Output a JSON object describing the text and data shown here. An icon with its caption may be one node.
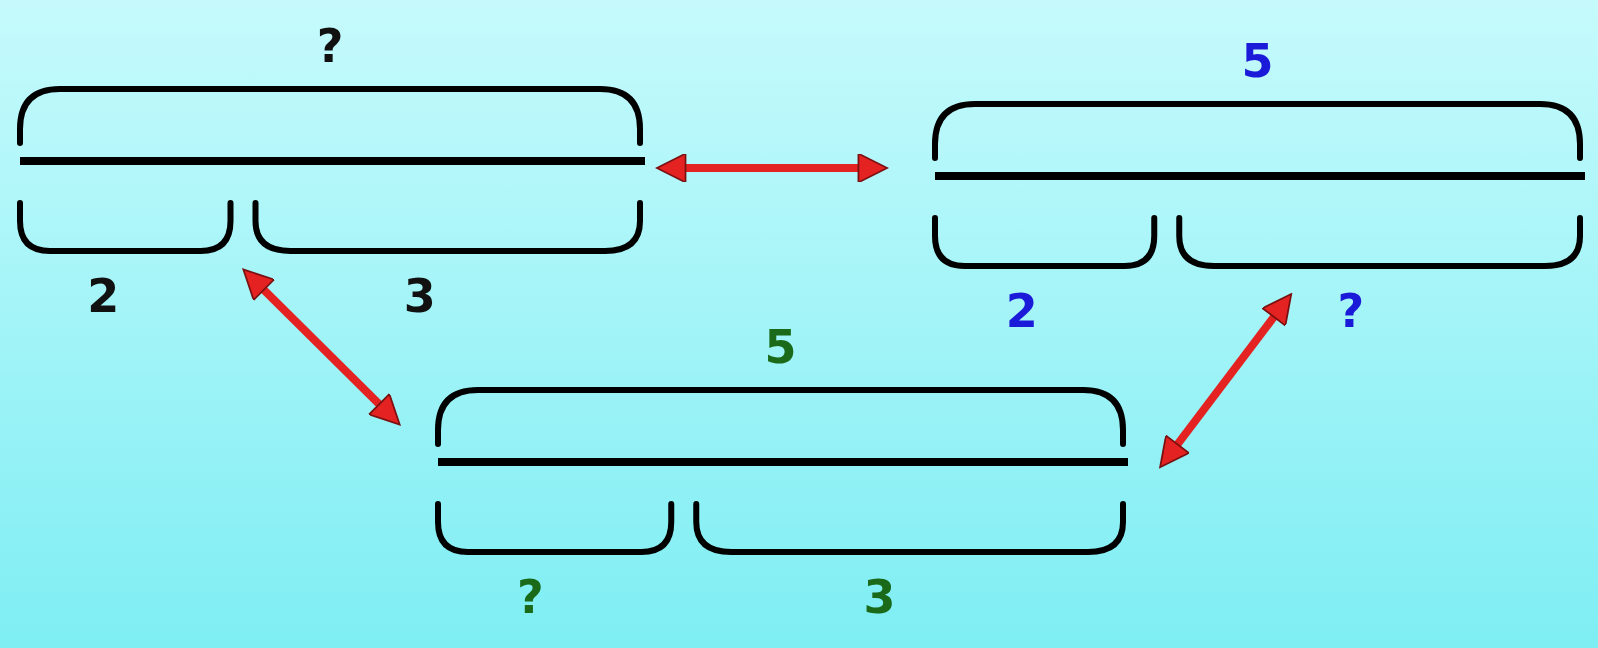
{
  "diagram": {
    "nodes": [
      {
        "text": [
          "?",
          "2",
          "3"
        ]
      },
      {
        "text": [
          "5",
          "2",
          "?"
        ]
      },
      {
        "text": [
          "5",
          "?",
          "3"
        ]
      }
    ],
    "edges": [
      {
        "from": 0,
        "to": 1,
        "arrow": "both"
      },
      {
        "from": 0,
        "to": 2,
        "arrow": "both"
      },
      {
        "from": 1,
        "to": 2,
        "arrow": "both"
      }
    ]
  }
}
